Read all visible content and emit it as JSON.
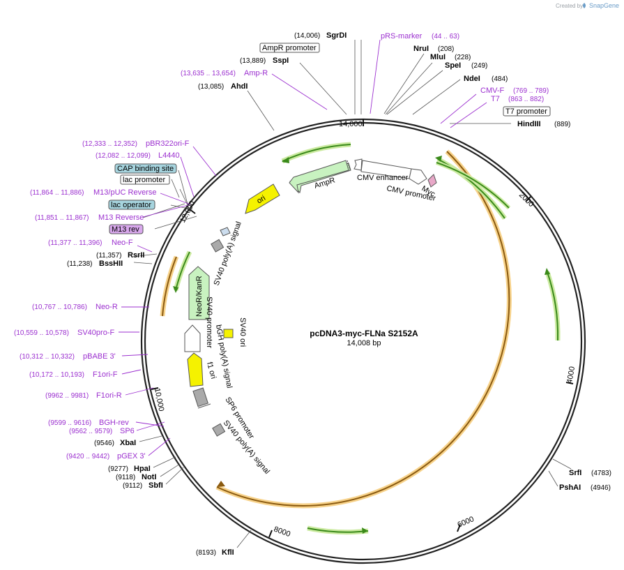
{
  "credit": {
    "created_by": "Created by",
    "brand": "SnapGene"
  },
  "plasmid": {
    "name": "pcDNA3-myc-FLNa S2152A",
    "size": "14,008 bp"
  },
  "ticks": [
    "14,000",
    "2000",
    "4000",
    "6000",
    "8000",
    "10,000",
    "12,000"
  ],
  "enzymes": [
    {
      "name": "SgrDI",
      "pos": "(14,006)"
    },
    {
      "name": "SspI",
      "pos": "(13,889)"
    },
    {
      "name": "AhdI",
      "pos": "(13,085)"
    },
    {
      "name": "NruI",
      "pos": "(208)"
    },
    {
      "name": "MluI",
      "pos": "(228)"
    },
    {
      "name": "SpeI",
      "pos": "(249)"
    },
    {
      "name": "NdeI",
      "pos": "(484)"
    },
    {
      "name": "HindIII",
      "pos": "(889)"
    },
    {
      "name": "RsrII",
      "pos": "(11,357)"
    },
    {
      "name": "BssHII",
      "pos": "(11,238)"
    },
    {
      "name": "XbaI",
      "pos": "(9546)"
    },
    {
      "name": "HpaI",
      "pos": "(9277)"
    },
    {
      "name": "NotI",
      "pos": "(9118)"
    },
    {
      "name": "SbfI",
      "pos": "(9112)"
    },
    {
      "name": "SrfI",
      "pos": "(4783)"
    },
    {
      "name": "PshAI",
      "pos": "(4946)"
    },
    {
      "name": "KflI",
      "pos": "(8193)"
    }
  ],
  "primers": [
    {
      "name": "pRS-marker",
      "range": "(44 .. 63)"
    },
    {
      "name": "Amp-R",
      "range": "(13,635 .. 13,654)"
    },
    {
      "name": "CMV-F",
      "range": "(769 .. 789)"
    },
    {
      "name": "T7",
      "range": "(863 .. 882)"
    },
    {
      "name": "pBR322ori-F",
      "range": "(12,333 .. 12,352)"
    },
    {
      "name": "L4440",
      "range": "(12,082 .. 12,099)"
    },
    {
      "name": "M13/pUC Reverse",
      "range": "(11,864 .. 11,886)"
    },
    {
      "name": "M13 Reverse",
      "range": "(11,851 .. 11,867)"
    },
    {
      "name": "Neo-F",
      "range": "(11,377 .. 11,396)"
    },
    {
      "name": "Neo-R",
      "range": "(10,767 .. 10,786)"
    },
    {
      "name": "SV40pro-F",
      "range": "(10,559 .. 10,578)"
    },
    {
      "name": "pBABE 3'",
      "range": "(10,312 .. 10,332)"
    },
    {
      "name": "F1ori-F",
      "range": "(10,172 .. 10,193)"
    },
    {
      "name": "F1ori-R",
      "range": "(9962 .. 9981)"
    },
    {
      "name": "BGH-rev",
      "range": "(9599 .. 9616)"
    },
    {
      "name": "SP6",
      "range": "(9562 .. 9579)"
    },
    {
      "name": "pGEX 3'",
      "range": "(9420 .. 9442)"
    }
  ],
  "boxed": {
    "ampr_promoter": "AmpR promoter",
    "t7_promoter": "T7 promoter",
    "cap_site": "CAP binding site",
    "lac_promoter": "lac promoter",
    "lac_operator": "lac operator",
    "m13_rev": "M13 rev"
  },
  "features": {
    "ampr": "AmpR",
    "cmv_enhancer": "CMV enhancer",
    "cmv_promoter": "CMV promoter",
    "myc": "Myc",
    "ori": "ori",
    "sv40_polya_1": "SV40 poly(A) signal",
    "neokanr": "NeoR/KanR",
    "sv40_promoter": "SV40 promoter",
    "sv40_ori": "SV40 ori",
    "bgh_polya": "bGH poly(A) signal",
    "f1_ori": "f1 ori",
    "sp6_promoter": "SP6 promoter",
    "sv40_polya_2": "SV40 poly(A) signal"
  },
  "colors": {
    "primer": "#9b2fcf",
    "orf": "#f0a030",
    "orf_glow": "#f7d28a",
    "green": "#3a8a1a",
    "green_glow": "#cbeaa0",
    "ampr_fill": "#c8f2c0",
    "ori_fill": "#f5f200",
    "box_blue": "#a6d4de",
    "box_purple": "#d8a8ec"
  }
}
